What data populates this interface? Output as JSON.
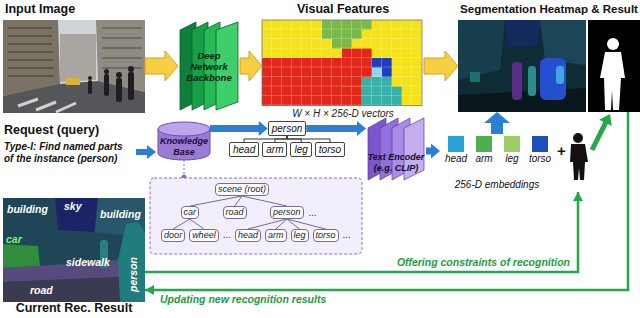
{
  "diagram": {
    "nodes": [
      {
        "text": [
          "Input Image"
        ]
      },
      {
        "text": [
          "Deep Network Backbone"
        ]
      },
      {
        "text": [
          "Visual Features",
          "W × H × 256-D vectors"
        ]
      },
      {
        "text": [
          "Segmentation Heatmap & Result"
        ]
      },
      {
        "text": [
          "Knowledge Base"
        ]
      },
      {
        "text": [
          "person"
        ]
      },
      {
        "text": [
          "head"
        ]
      },
      {
        "text": [
          "arm"
        ]
      },
      {
        "text": [
          "leg"
        ]
      },
      {
        "text": [
          "torso"
        ]
      },
      {
        "text": [
          "Text Encoder (e.g. CLIP)"
        ]
      },
      {
        "text": [
          "256-D embeddings"
        ]
      },
      {
        "text": [
          "head"
        ],
        "in": 11
      },
      {
        "text": [
          "arm"
        ],
        "in": 11
      },
      {
        "text": [
          "leg"
        ],
        "in": 11
      },
      {
        "text": [
          "torso"
        ],
        "in": 11
      },
      {
        "text": [
          "scene (root)"
        ]
      },
      {
        "text": [
          "car"
        ]
      },
      {
        "text": [
          "road"
        ]
      },
      {
        "text": [
          "person"
        ]
      },
      {
        "text": [
          "door"
        ]
      },
      {
        "text": [
          "wheel"
        ]
      },
      {
        "text": [
          "head"
        ]
      },
      {
        "text": [
          "arm"
        ]
      },
      {
        "text": [
          "leg"
        ]
      },
      {
        "text": [
          "torso"
        ]
      },
      {
        "text": [
          "Current Rec. Result"
        ]
      }
    ],
    "edges": [
      {
        "from": 0,
        "to": 1,
        "arrow": "to"
      },
      {
        "from": 1,
        "to": 2,
        "arrow": "to"
      },
      {
        "from": 2,
        "to": 3,
        "arrow": "to"
      },
      {
        "from": 4,
        "to": 5,
        "arrow": "to"
      },
      {
        "from": 5,
        "to": 6,
        "arrow": "none"
      },
      {
        "from": 5,
        "to": 7,
        "arrow": "none"
      },
      {
        "from": 5,
        "to": 8,
        "arrow": "none"
      },
      {
        "from": 5,
        "to": 9,
        "arrow": "none"
      },
      {
        "from": 5,
        "to": 10,
        "arrow": "to"
      },
      {
        "from": 10,
        "to": 11,
        "arrow": "to"
      },
      {
        "from": 11,
        "to": 3,
        "arrow": "to"
      },
      {
        "from": 16,
        "to": 17,
        "arrow": "none"
      },
      {
        "from": 16,
        "to": 18,
        "arrow": "none"
      },
      {
        "from": 16,
        "to": 19,
        "arrow": "none"
      },
      {
        "from": 17,
        "to": 20,
        "arrow": "none"
      },
      {
        "from": 17,
        "to": 21,
        "arrow": "none"
      },
      {
        "from": 19,
        "to": 22,
        "arrow": "none"
      },
      {
        "from": 19,
        "to": 23,
        "arrow": "none"
      },
      {
        "from": 19,
        "to": 24,
        "arrow": "none"
      },
      {
        "from": 19,
        "to": 25,
        "arrow": "none"
      },
      {
        "from": 3,
        "to": 26,
        "label": "Updating new recognition results",
        "arrow": "to"
      },
      {
        "from": 26,
        "to": 11,
        "label": "Offering constraints of recognition",
        "arrow": "to"
      }
    ],
    "labels": [
      "Request (query)",
      "Type-I: Find named parts of the instance (person)",
      "+",
      "...",
      "...",
      "...",
      "building",
      "sky",
      "building",
      "car",
      "sidewalk",
      "road",
      "person"
    ]
  }
}
